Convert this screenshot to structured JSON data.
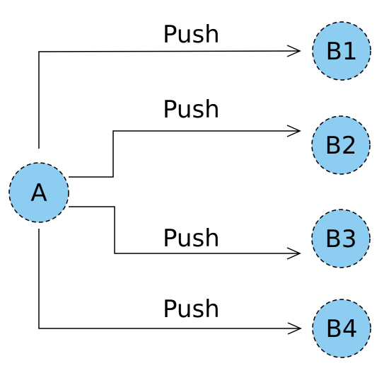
{
  "colors": {
    "node_fill": "#8ecdf2",
    "stroke": "#000000",
    "background": "#ffffff"
  },
  "nodes": {
    "source": {
      "label": "A"
    },
    "targets": [
      {
        "label": "B1"
      },
      {
        "label": "B2"
      },
      {
        "label": "B3"
      },
      {
        "label": "B4"
      }
    ]
  },
  "edges": [
    {
      "from": "A",
      "to": "B1",
      "label": "Push"
    },
    {
      "from": "A",
      "to": "B2",
      "label": "Push"
    },
    {
      "from": "A",
      "to": "B3",
      "label": "Push"
    },
    {
      "from": "A",
      "to": "B4",
      "label": "Push"
    }
  ]
}
